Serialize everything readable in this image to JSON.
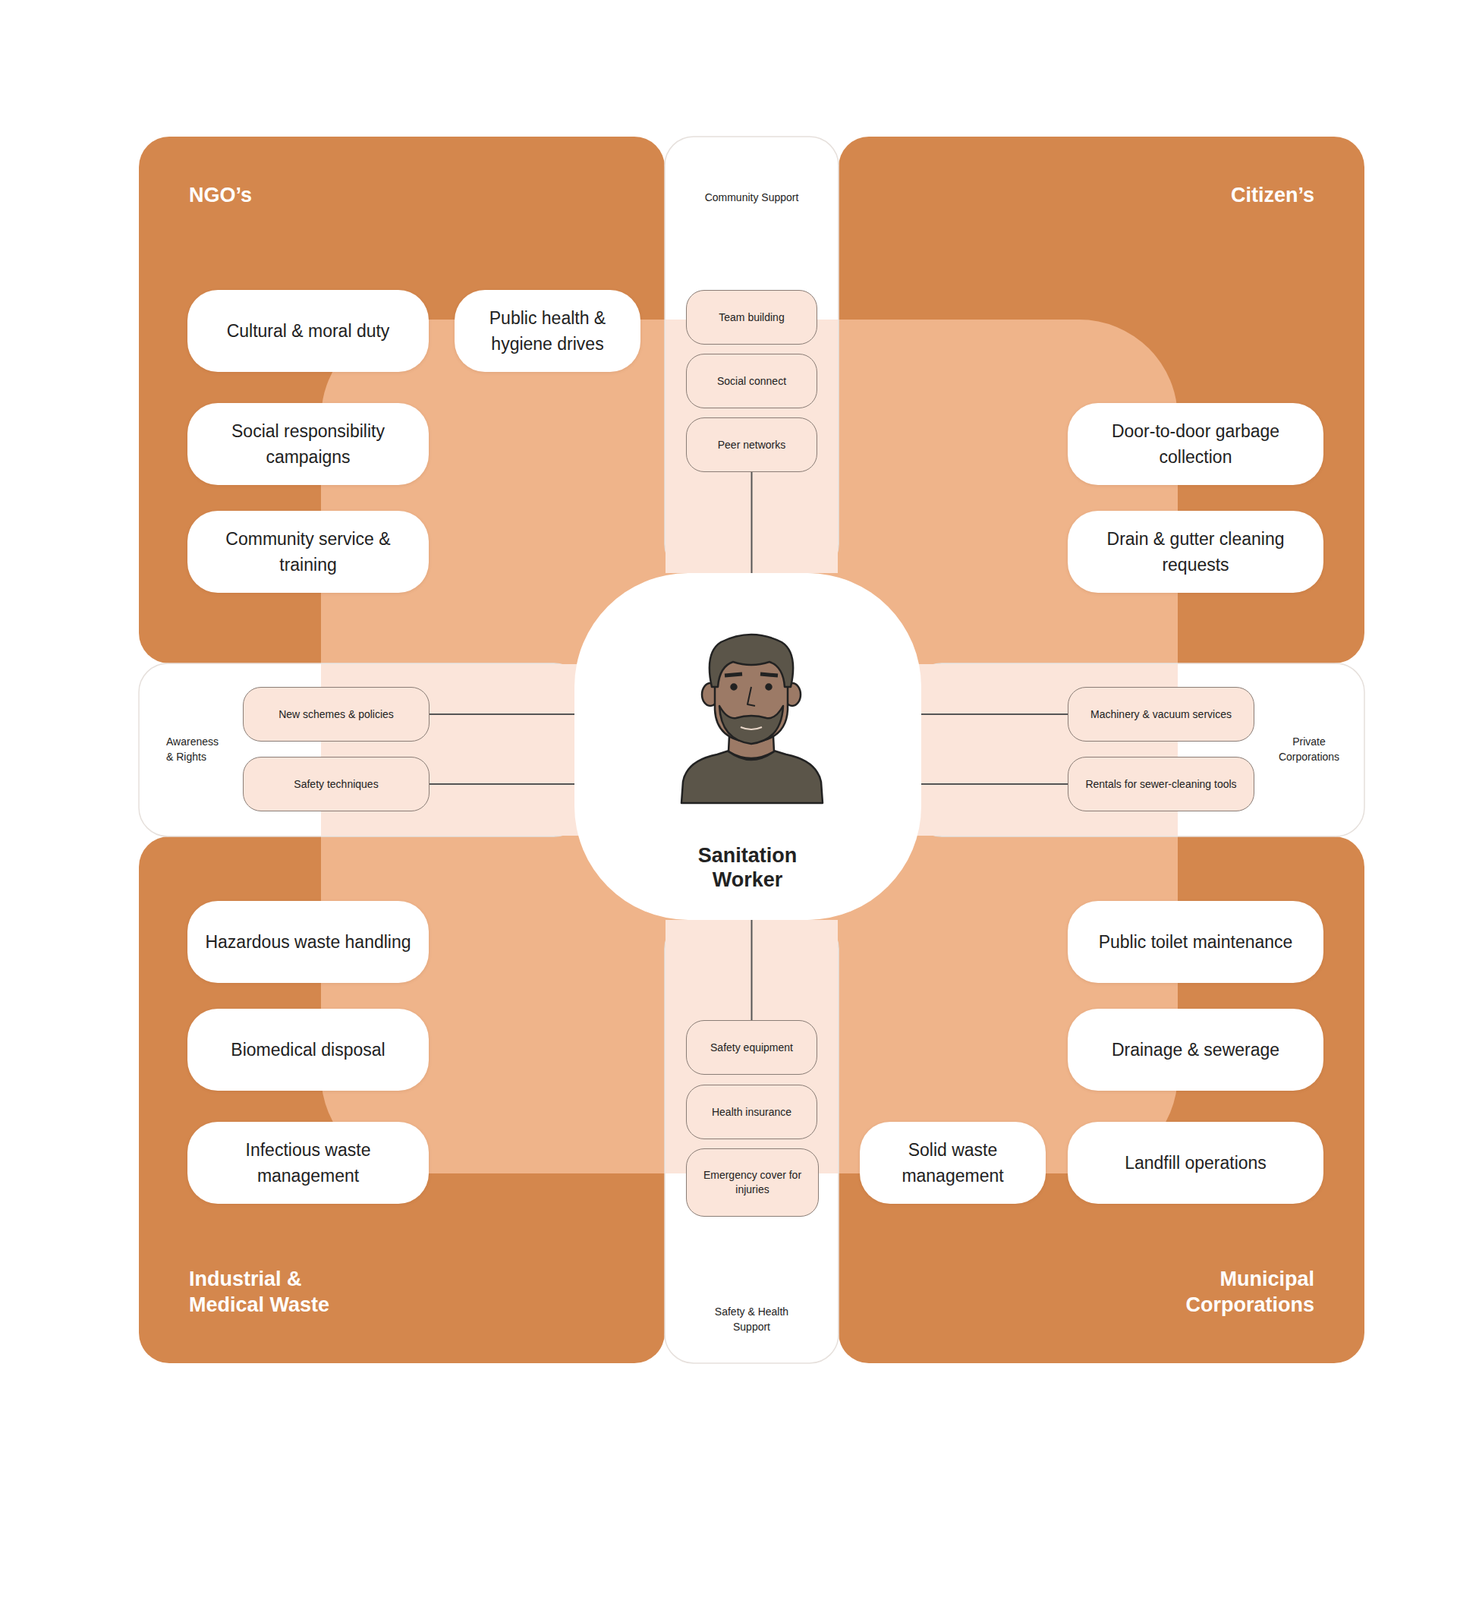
{
  "diagram": {
    "nodes": [
      {
        "text": [
          "NGO’s"
        ]
      },
      {
        "text": [
          "Cultural & moral duty"
        ],
        "in": 0
      },
      {
        "text": [
          "Public health & hygiene drives"
        ],
        "in": 0
      },
      {
        "text": [
          "Social responsibility campaigns"
        ],
        "in": 0
      },
      {
        "text": [
          "Community service & training"
        ],
        "in": 0
      },
      {
        "text": [
          "Community Support"
        ]
      },
      {
        "text": [
          "Team building"
        ],
        "in": 5
      },
      {
        "text": [
          "Social connect"
        ],
        "in": 5
      },
      {
        "text": [
          "Peer networks"
        ],
        "in": 5
      },
      {
        "text": [
          "Citizen’s"
        ]
      },
      {
        "text": [
          "Door-to-door garbage collection"
        ],
        "in": 9
      },
      {
        "text": [
          "Drain & gutter cleaning requests"
        ],
        "in": 9
      },
      {
        "text": [
          "Awareness & Rights"
        ]
      },
      {
        "text": [
          "New schemes & policies"
        ],
        "in": 12
      },
      {
        "text": [
          "Safety techniques"
        ],
        "in": 12
      },
      {
        "text": [
          "Sanitation Worker"
        ]
      },
      {
        "text": [
          "Private Corporations"
        ]
      },
      {
        "text": [
          "Machinery & vacuum services"
        ],
        "in": 16
      },
      {
        "text": [
          "Rentals for sewer-cleaning tools"
        ],
        "in": 16
      },
      {
        "text": [
          "Industrial & Medical Waste"
        ]
      },
      {
        "text": [
          "Hazardous waste handling"
        ],
        "in": 19
      },
      {
        "text": [
          "Biomedical disposal"
        ],
        "in": 19
      },
      {
        "text": [
          "Infectious waste management"
        ],
        "in": 19
      },
      {
        "text": [
          "Safety & Health Support"
        ]
      },
      {
        "text": [
          "Safety equipment"
        ],
        "in": 23
      },
      {
        "text": [
          "Health insurance"
        ],
        "in": 23
      },
      {
        "text": [
          "Emergency cover for injuries"
        ],
        "in": 23
      },
      {
        "text": [
          "Municipal Corporations"
        ]
      },
      {
        "text": [
          "Public toilet maintenance"
        ],
        "in": 27
      },
      {
        "text": [
          "Drainage & sewerage"
        ],
        "in": 27
      },
      {
        "text": [
          "Solid waste management"
        ],
        "in": 27
      },
      {
        "text": [
          "Landfill operations"
        ],
        "in": 27
      }
    ],
    "edges": [
      {
        "from": 8,
        "to": 15,
        "arrow": "none"
      },
      {
        "from": 13,
        "to": 15,
        "arrow": "none"
      },
      {
        "from": 14,
        "to": 15,
        "arrow": "none"
      },
      {
        "from": 15,
        "to": 17,
        "arrow": "none"
      },
      {
        "from": 15,
        "to": 18,
        "arrow": "none"
      },
      {
        "from": 15,
        "to": 24,
        "arrow": "none"
      }
    ]
  }
}
